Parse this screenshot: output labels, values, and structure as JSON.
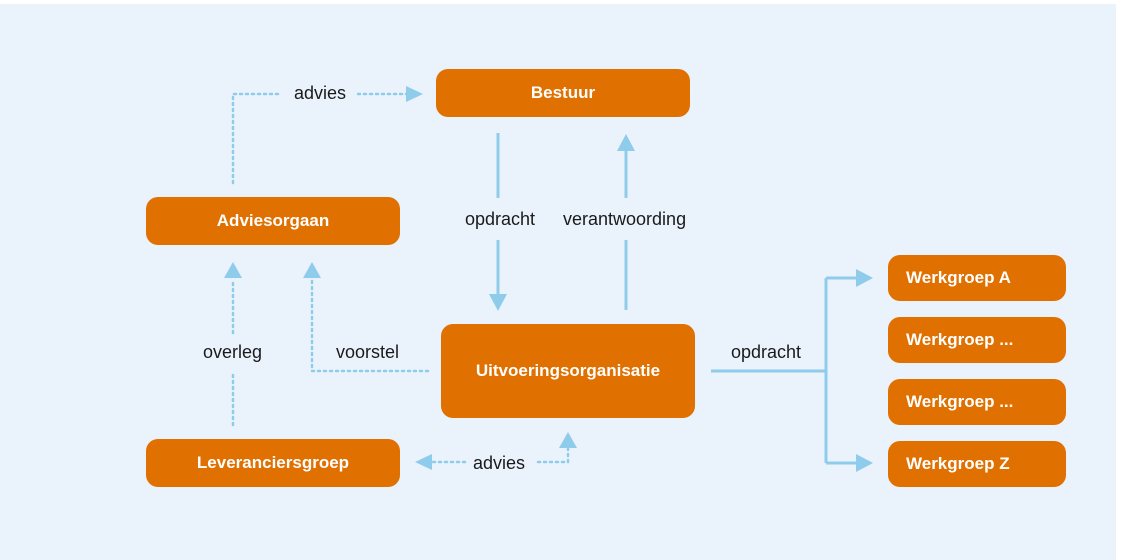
{
  "colors": {
    "background": "#eaf3fb",
    "node_fill": "#e07000",
    "node_text": "#ffffff",
    "connector": "#8fcbea",
    "label_text": "#1a1a1a"
  },
  "nodes": {
    "bestuur": "Bestuur",
    "adviesorgaan": "Adviesorgaan",
    "uitvoeringsorganisatie": "Uitvoeringsorganisatie",
    "leveranciersgroep": "Leveranciersgroep",
    "werkgroep_a": "Werkgroep A",
    "werkgroep_2": "Werkgroep ...",
    "werkgroep_3": "Werkgroep ...",
    "werkgroep_z": "Werkgroep Z"
  },
  "edge_labels": {
    "advies_top": "advies",
    "opdracht_center": "opdracht",
    "verantwoording": "verantwoording",
    "overleg": "overleg",
    "voorstel": "voorstel",
    "opdracht_right": "opdracht",
    "advies_bottom": "advies"
  }
}
